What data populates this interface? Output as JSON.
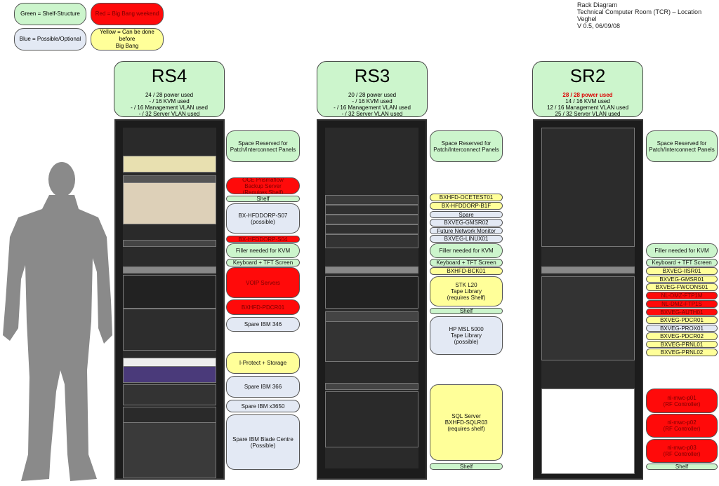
{
  "legend": {
    "green": "Green = Shelf-Structure",
    "red": "Red = Big Bang weekend",
    "blue": "Blue = Possible/Optional",
    "yellow": "Yellow = Can be done before\nBig Bang"
  },
  "title": {
    "line1": "Rack Diagram",
    "line2": "Technical Computer Room (TCR) – Location Veghel",
    "line3": "V 0.5, 06/09/08"
  },
  "racks": [
    {
      "name": "RS4",
      "stats": [
        "24 / 28 power used",
        "- / 16 KVM used",
        "- / 16 Management VLAN used",
        "- / 32 Server VLAN used"
      ],
      "labels": [
        {
          "text": "Space Reserved for\nPatch/Interconnect  Panels",
          "color": "green"
        },
        {
          "text": "OCE Prismaflow\nBackup Server\n(Requires Shelf)",
          "color": "red"
        },
        {
          "text": "Shelf",
          "color": "green"
        },
        {
          "text": "BX-HFDDORP-S07\n(possible)",
          "color": "blue"
        },
        {
          "text": "BX-HFDDORP-S04",
          "color": "red"
        },
        {
          "text": "Filler needed for KVM",
          "color": "green"
        },
        {
          "text": "Keyboard + TFT Screen",
          "color": "green"
        },
        {
          "text": "VOIP Servers",
          "color": "red"
        },
        {
          "text": "BXHFD-PDCR01",
          "color": "red"
        },
        {
          "text": "Spare IBM 346",
          "color": "blue"
        },
        {
          "text": "I-Protect + Storage",
          "color": "yellow"
        },
        {
          "text": "Spare IBM 366",
          "color": "blue"
        },
        {
          "text": "Spare IBM x3650",
          "color": "blue"
        },
        {
          "text": "Spare IBM Blade Centre\n(Possible)",
          "color": "blue"
        }
      ]
    },
    {
      "name": "RS3",
      "stats": [
        "20 / 28 power used",
        "- / 16 KVM used",
        "- / 16 Management VLAN used",
        "- / 32 Server VLAN used"
      ],
      "labels": [
        {
          "text": "Space Reserved for\nPatch/Interconnect  Panels",
          "color": "green"
        },
        {
          "text": "BXHFD-OCETEST01",
          "color": "yellow"
        },
        {
          "text": "BX-HFDDORP-B1F",
          "color": "yellow"
        },
        {
          "text": "Spare",
          "color": "blue"
        },
        {
          "text": "BXVEG-GMSR02",
          "color": "blue"
        },
        {
          "text": "Future Network Monitor",
          "color": "blue"
        },
        {
          "text": "BXVEG-LINUX01",
          "color": "blue"
        },
        {
          "text": "Filler needed for KVM",
          "color": "green"
        },
        {
          "text": "Keyboard + TFT Screen",
          "color": "green"
        },
        {
          "text": "BXHFD-BCK01",
          "color": "yellow"
        },
        {
          "text": "STK L20\nTape Library\n(requires Shelf)",
          "color": "yellow"
        },
        {
          "text": "Shelf",
          "color": "green"
        },
        {
          "text": "HP MSL 5000\nTape Library\n(possible)",
          "color": "blue"
        },
        {
          "text": "SQL Server\nBXHFD-SQLR03\n(requires shelf)",
          "color": "yellow"
        },
        {
          "text": "Shelf",
          "color": "green"
        }
      ]
    },
    {
      "name": "SR2",
      "stats": [
        "28 / 28 power used",
        "14 / 16 KVM used",
        "12 / 16 Management VLAN used",
        "25 / 32 Server VLAN used"
      ],
      "labels": [
        {
          "text": "Space Reserved for\nPatch/Interconnect  Panels",
          "color": "green"
        },
        {
          "text": "Filler needed for KVM",
          "color": "green"
        },
        {
          "text": "Keyboard + TFT Screen",
          "color": "green"
        },
        {
          "text": "BXVEG-IISR01",
          "color": "yellow"
        },
        {
          "text": "BXVEG-GMSR01",
          "color": "yellow"
        },
        {
          "text": "BXVEG-FWCONS01",
          "color": "yellow"
        },
        {
          "text": "NL-DMZ-FTP1M",
          "color": "red"
        },
        {
          "text": "NL-DMZ-FTP1S",
          "color": "red"
        },
        {
          "text": "BXVEG-AUTH01",
          "color": "red"
        },
        {
          "text": "BXVEG-PDCR01",
          "color": "yellow"
        },
        {
          "text": "BXVEG-PROX01",
          "color": "blue"
        },
        {
          "text": "BXVEG-PDCR02",
          "color": "yellow"
        },
        {
          "text": "BXVEG-PRNL01",
          "color": "yellow"
        },
        {
          "text": "BXVEG-PRNL02",
          "color": "yellow"
        },
        {
          "text": "nl-mwc-p01\n(RF Controller)",
          "color": "red"
        },
        {
          "text": "nl-mwc-p02\n(RF Controller)",
          "color": "red"
        },
        {
          "text": "nl-mwc-p03\n(RF Controller)",
          "color": "red"
        },
        {
          "text": "Shelf",
          "color": "green"
        }
      ]
    }
  ]
}
